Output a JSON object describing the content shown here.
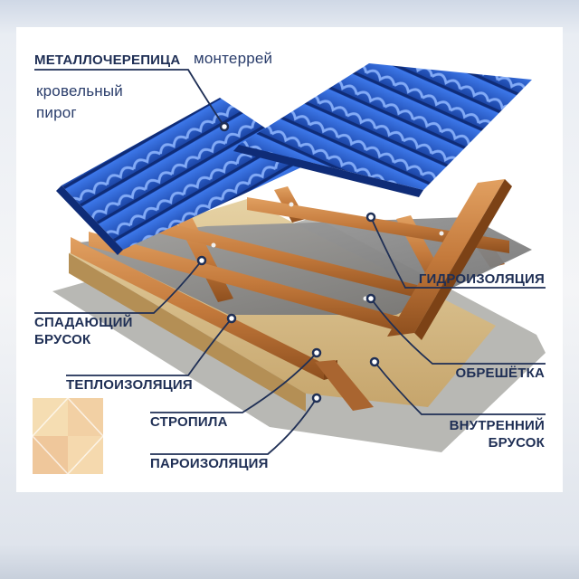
{
  "labels": {
    "metal_tile": "МЕТАЛЛОЧЕРЕПИЦА",
    "monterrey": "монтеррей",
    "roof_line1": "кровельный",
    "roof_line2": "пирог",
    "waterproofing": "ГИДРОИЗОЛЯЦИЯ",
    "counter_batten_1": "СПАДАЮЩИЙ",
    "counter_batten_2": "БРУСОК",
    "lathing": "ОБРЕШЁТКА",
    "insulation": "ТЕПЛОИЗОЛЯЦИЯ",
    "rafters": "СТРОПИЛА",
    "inner_bar_1": "ВНУТРЕННИЙ",
    "inner_bar_2": "БРУСОК",
    "vapor_barrier": "ПАРОИЗОЛЯЦИЯ"
  },
  "colors": {
    "tile_blue": "#1f4fc0",
    "tile_light": "#4f86ee",
    "wood": "#c47a3c",
    "wood_dark": "#8e4f1e",
    "membrane": "#8b8b8b",
    "insulation": "#d8c08d",
    "leader": "#1f2f55",
    "label": "#1f2f55"
  }
}
